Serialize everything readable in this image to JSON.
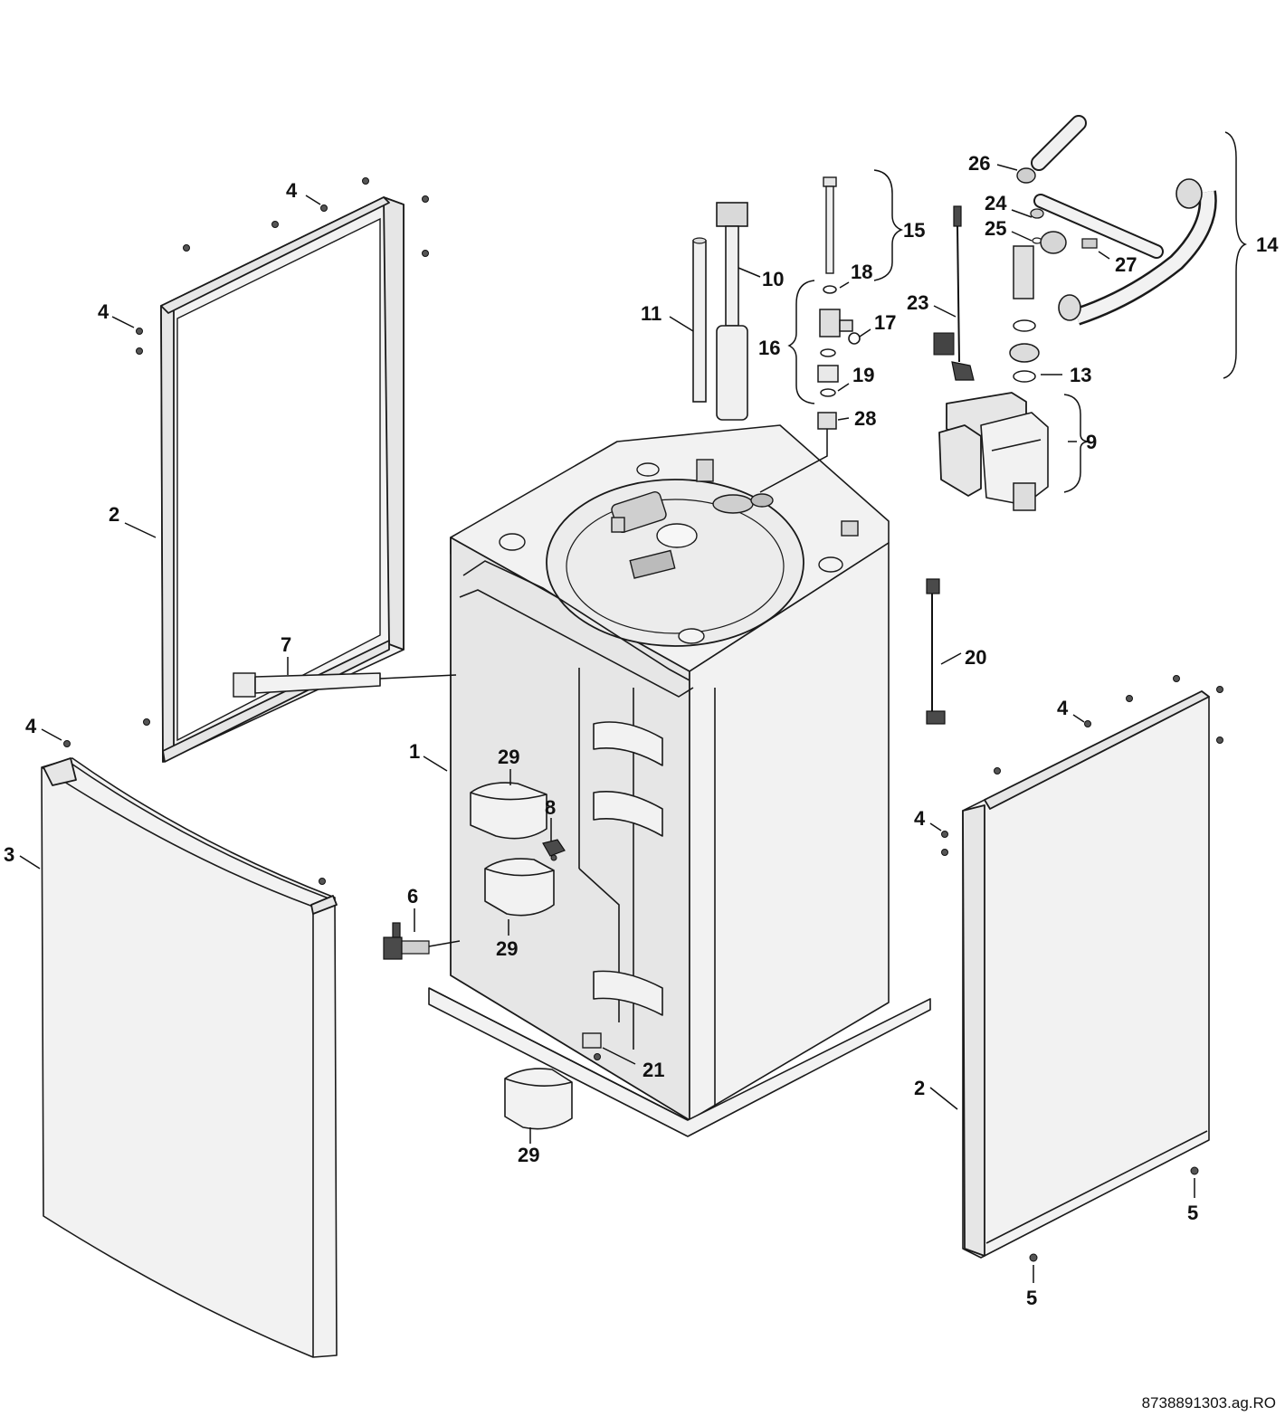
{
  "drawing_reference": "8738891303.ag.RO",
  "callouts": {
    "c1": "1",
    "c2a": "2",
    "c2b": "2",
    "c3": "3",
    "c4a": "4",
    "c4b": "4",
    "c4c": "4",
    "c4d": "4",
    "c4e": "4",
    "c5a": "5",
    "c5b": "5",
    "c6": "6",
    "c7": "7",
    "c8": "8",
    "c9": "9",
    "c10": "10",
    "c11": "11",
    "c13": "13",
    "c14": "14",
    "c15": "15",
    "c16": "16",
    "c17": "17",
    "c18": "18",
    "c19": "19",
    "c20": "20",
    "c21": "21",
    "c23": "23",
    "c24": "24",
    "c25": "25",
    "c26": "26",
    "c27": "27",
    "c28": "28",
    "c29a": "29",
    "c29b": "29",
    "c29c": "29"
  }
}
